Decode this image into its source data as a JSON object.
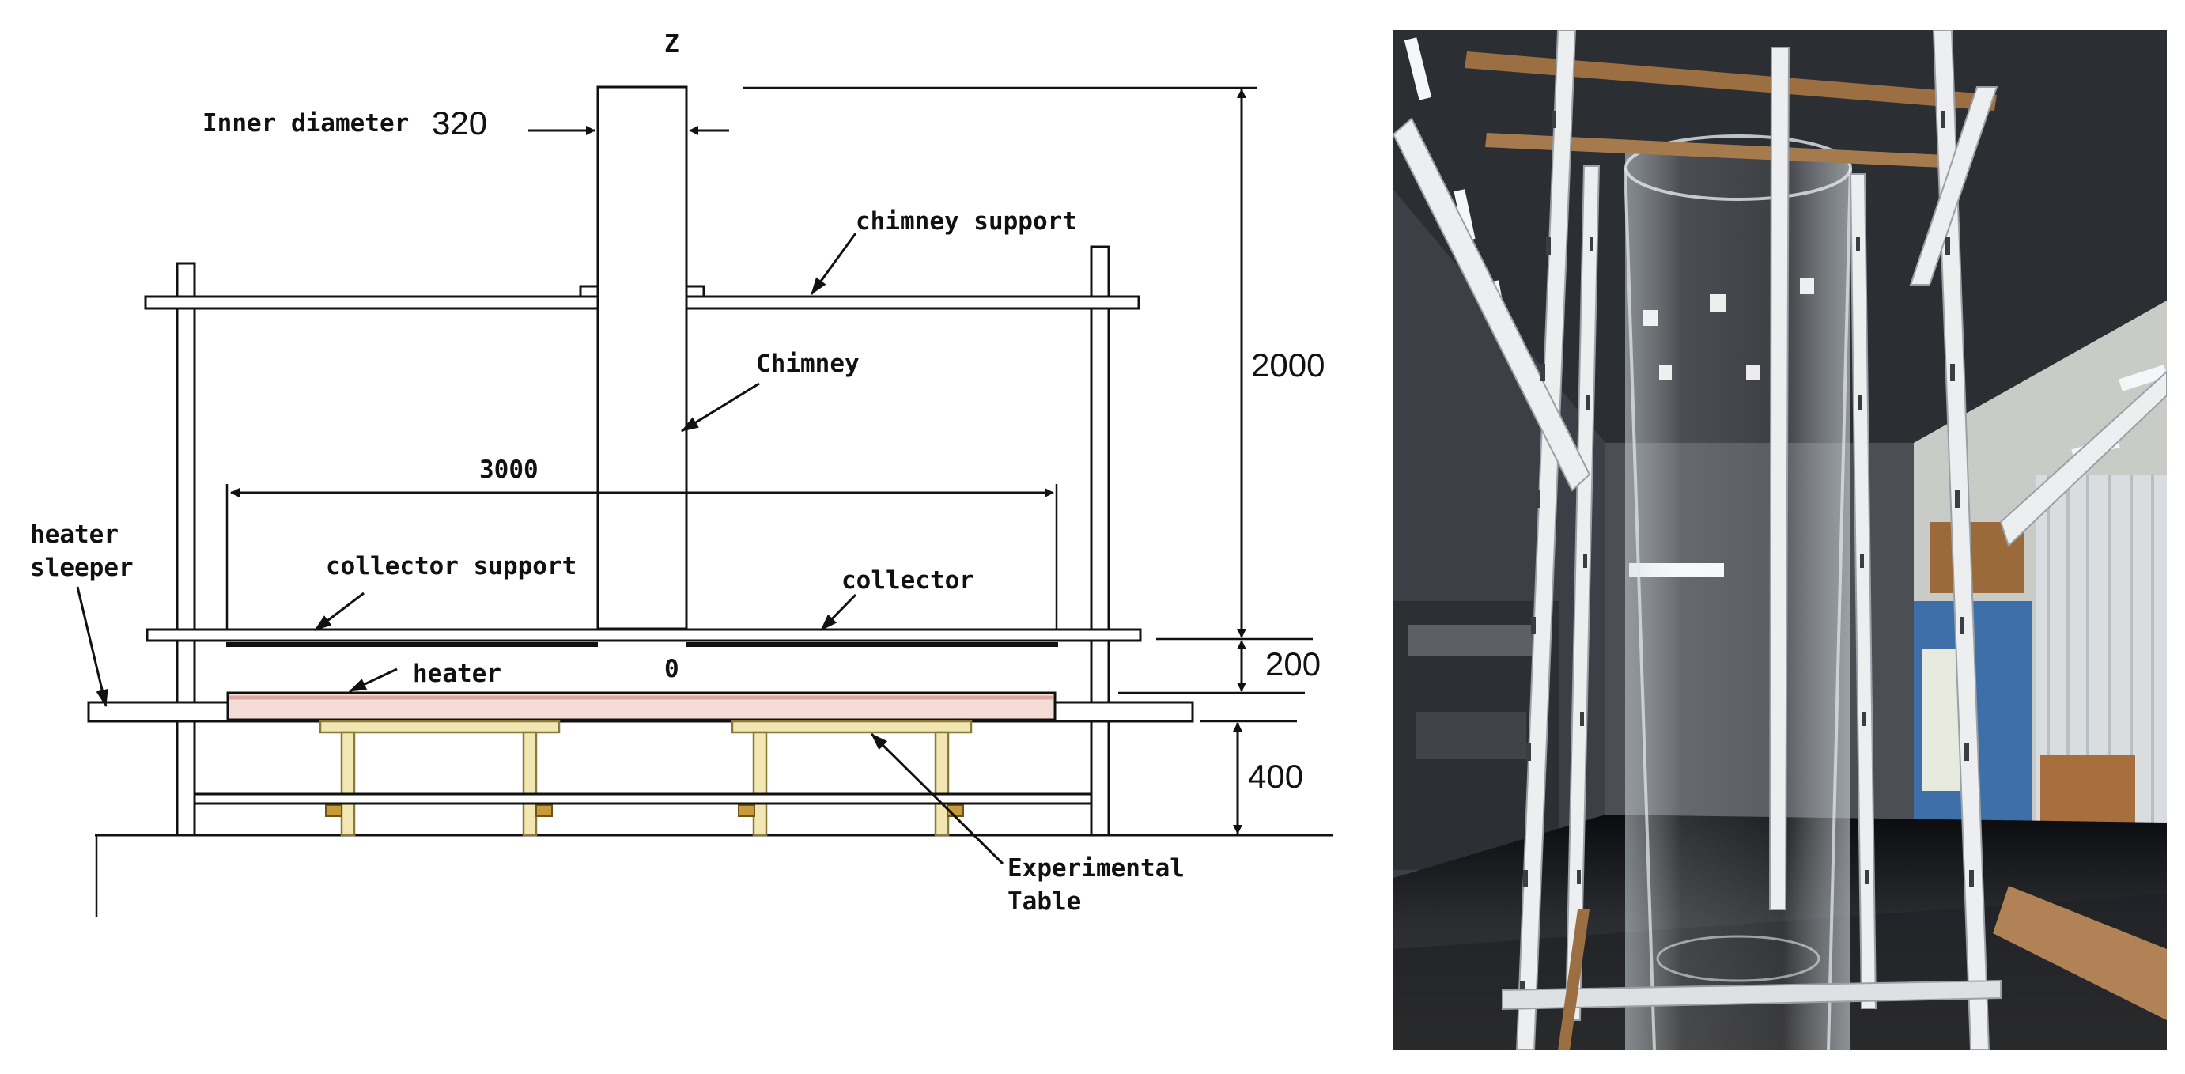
{
  "diagram": {
    "axis_z": "Z",
    "origin": "0",
    "inner_diameter_label": "Inner diameter",
    "inner_diameter_value": "320",
    "chimney_support": "chimney support",
    "chimney": "Chimney",
    "collector_support": "collector support",
    "collector": "collector",
    "heater": "heater",
    "heater_sleeper_line1": "heater",
    "heater_sleeper_line2": "sleeper",
    "experimental_table_line1": "Experimental",
    "experimental_table_line2": "Table",
    "dim_collector_width": "3000",
    "dim_chimney_height": "2000",
    "dim_gap": "200",
    "dim_table_height": "400"
  },
  "colors": {
    "line": "#111111",
    "table_wood": "#f2e6b3",
    "table_wood_stroke": "#8a7a3a",
    "heater_fill": "#f6dcd6",
    "table_foot": "#c79a3a"
  }
}
